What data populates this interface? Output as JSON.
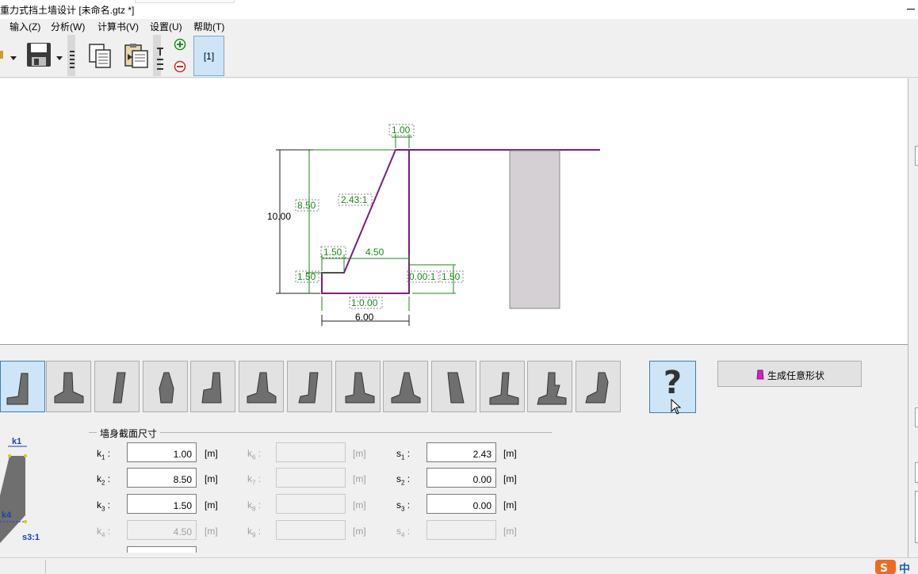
{
  "titlebar": {
    "title": "重力式挡土墙设计 [未命名.gtz *]"
  },
  "menu": {
    "items": [
      "输入(Z)",
      "分析(W)",
      "计算书(V)",
      "设置(U)",
      "帮助(T)"
    ]
  },
  "toolbar": {
    "stage_label": "[1]"
  },
  "drawing": {
    "dims": {
      "k1": "1.00",
      "k2": "8.50",
      "height": "10.00",
      "slope1": "2.43:1",
      "k3_left": "1.50",
      "k4": "4.50",
      "k3": "1.50",
      "s3": "0.00:1",
      "k3_right": "1.50",
      "s2": "1:0.00",
      "width": "6.00"
    },
    "colors": {
      "wall": "#7a1f7a",
      "dimension": "#1a8a1a",
      "soil": "#d4d0d4"
    }
  },
  "shapes": {
    "count": 13,
    "selected_index": 0,
    "icons": [
      "wall-shape-icon"
    ]
  },
  "help_button": {
    "glyph": "?"
  },
  "generate_button": {
    "label": "生成任意形状"
  },
  "section": {
    "title": "墙身截面尺寸",
    "unit": "[m]",
    "rows": [
      {
        "k": "k",
        "kidx": "1",
        "kval": "1.00",
        "kdis": false,
        "m": "k",
        "midx": "6",
        "mval": "",
        "s": "s",
        "sidx": "1",
        "sval": "2.43",
        "sdis": false
      },
      {
        "k": "k",
        "kidx": "2",
        "kval": "8.50",
        "kdis": false,
        "m": "k",
        "midx": "7",
        "mval": "",
        "s": "s",
        "sidx": "2",
        "sval": "0.00",
        "sdis": false
      },
      {
        "k": "k",
        "kidx": "3",
        "kval": "1.50",
        "kdis": false,
        "m": "k",
        "midx": "8",
        "mval": "",
        "s": "s",
        "sidx": "3",
        "sval": "0.00",
        "sdis": false
      },
      {
        "k": "k",
        "kidx": "4",
        "kval": "4.50",
        "kdis": true,
        "m": "k",
        "midx": "9",
        "mval": "",
        "s": "s",
        "sidx": "4",
        "sval": "",
        "sdis": true
      }
    ]
  },
  "preview": {
    "k1": "k1",
    "k4": "k4",
    "s3": "s3:1"
  },
  "status": {
    "ime": "中"
  }
}
